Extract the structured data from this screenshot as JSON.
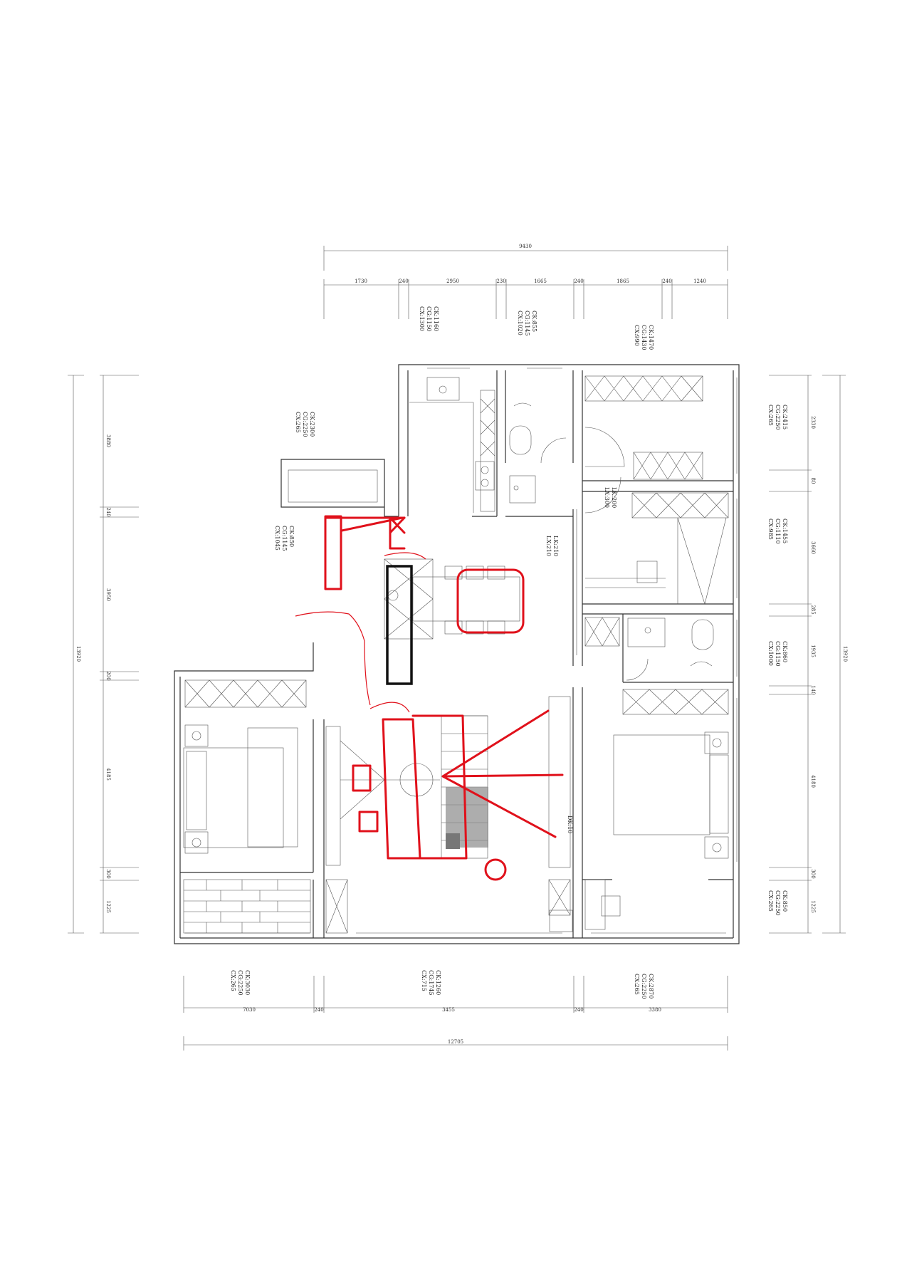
{
  "top_dims": {
    "total": "9430",
    "segments": [
      "1730",
      "240",
      "2950",
      "230",
      "1665",
      "240",
      "1865",
      "240",
      "1240"
    ]
  },
  "bottom_dims": {
    "total": "12705",
    "segments": [
      "7030",
      "240",
      "3455",
      "240",
      "3380"
    ]
  },
  "left_dims": {
    "total": "13920",
    "segments": [
      "3880",
      "240",
      "3950",
      "200",
      "4185",
      "300",
      "1225"
    ]
  },
  "right_dims": {
    "total": "13920",
    "segments": [
      "2330",
      "80",
      "3660",
      "285",
      "1935",
      "140",
      "4180",
      "300",
      "1225"
    ]
  },
  "room_labels": {
    "kitchen_top": [
      "CK:1160",
      "CG:1150",
      "CX:1300"
    ],
    "bath_top": [
      "CK:855",
      "CG:1145",
      "CX:1020"
    ],
    "bedroom_top": [
      "CK:1470",
      "CG:1430",
      "CX:990"
    ],
    "balcony_left": [
      "CK:2300",
      "CG:2250",
      "CX:265"
    ],
    "dining_left": [
      "CK:850",
      "CG:1145",
      "CX:1045"
    ],
    "right_top": [
      "CK:2415",
      "CG:2250",
      "CX:265"
    ],
    "right_mid": [
      "CK:1455",
      "CG:1110",
      "CX:985"
    ],
    "right_bath": [
      "CK:860",
      "CG:1150",
      "CX:1000"
    ],
    "right_bottom": [
      "CK:850",
      "CG:2250",
      "CX:265"
    ],
    "bottom_left": [
      "CK:3030",
      "CG:2250",
      "CX:265"
    ],
    "bottom_mid": [
      "CK:1260",
      "CG:1745",
      "CX:715"
    ],
    "bottom_right": [
      "CK:2870",
      "CG:2250",
      "CX:265"
    ]
  },
  "door_labels": {
    "hall": [
      "LK:210",
      "LX:210"
    ],
    "bedroom": [
      "LK:200",
      "LX:300"
    ],
    "tv": "DK:10"
  },
  "colors": {
    "markup": "#e0111b",
    "wall": "#333333",
    "black_mark": "#111111"
  }
}
